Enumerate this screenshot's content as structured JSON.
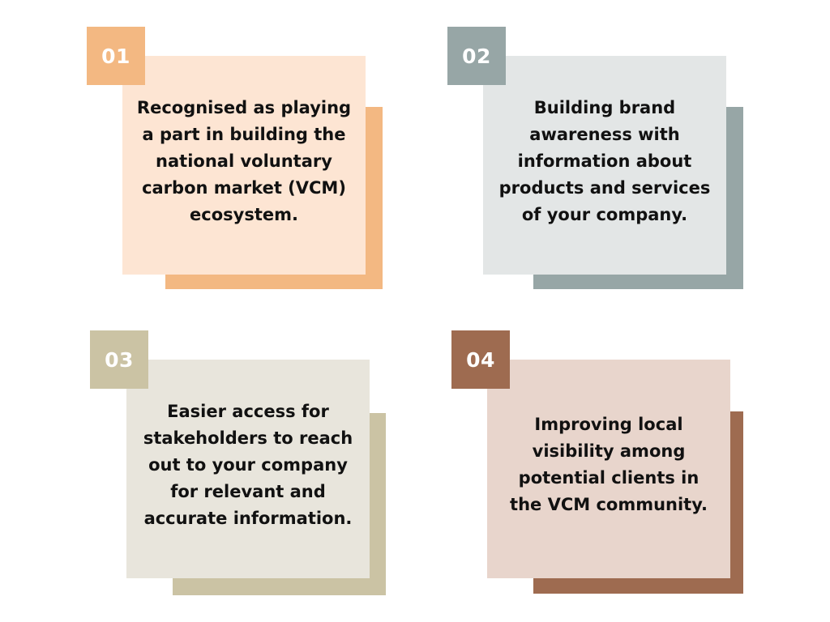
{
  "cards": [
    {
      "number": "01",
      "lines": [
        "Recognised as playing",
        "a part in building the",
        "national voluntary",
        "carbon market (VCM)",
        "ecosystem."
      ],
      "accent": "#f3b882",
      "face": "#fde5d3"
    },
    {
      "number": "02",
      "lines": [
        "Building brand",
        "awareness with",
        "information about",
        "products and services",
        "of your company."
      ],
      "accent": "#97a6a6",
      "face": "#e3e6e6"
    },
    {
      "number": "03",
      "lines": [
        "Easier access for",
        "stakeholders to reach",
        "out to your company",
        "for relevant and",
        "accurate information."
      ],
      "accent": "#cbc3a4",
      "face": "#e8e5dc"
    },
    {
      "number": "04",
      "lines": [
        "Improving local",
        "visibility among",
        "potential clients in",
        "the VCM community."
      ],
      "accent": "#9e6b50",
      "face": "#e8d5cc"
    }
  ]
}
